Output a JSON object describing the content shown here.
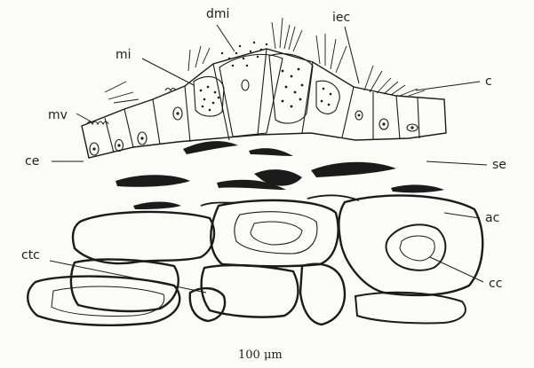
{
  "figure": {
    "labels": {
      "dmi": "dmi",
      "mi": "mi",
      "iec": "iec",
      "c": "c",
      "mv": "mv",
      "ce": "ce",
      "se": "se",
      "ac": "ac",
      "ctc": "ctc",
      "cc": "cc"
    },
    "scale_bar_label": "100 μm"
  },
  "colors": {
    "ink": "#1b1b1b",
    "paper": "#fbfbf7"
  }
}
